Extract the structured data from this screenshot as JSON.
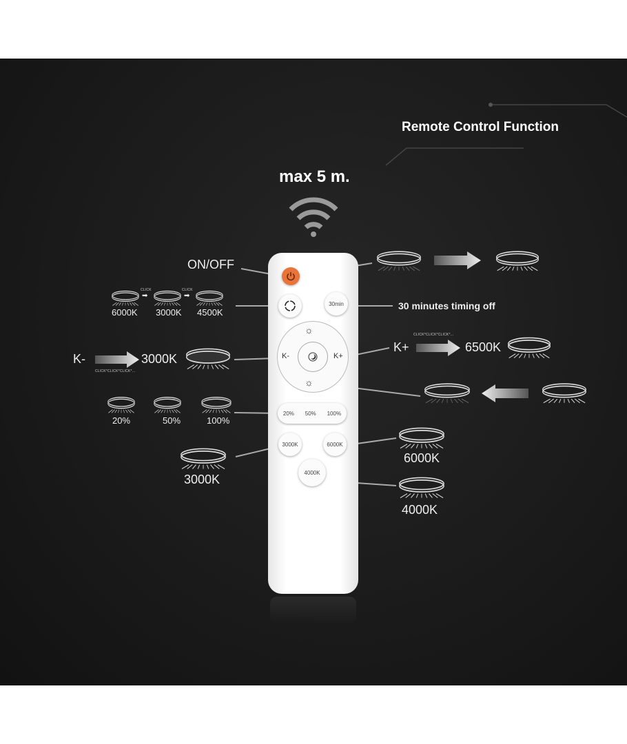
{
  "title": "Remote Control Function",
  "range": "max 5 m.",
  "labels": {
    "on_off": "ON/OFF",
    "timer": "30 minutes timing off",
    "k_minus": "K-",
    "k_plus": "K+",
    "k_minus_target": "3000K",
    "k_plus_target": "6500K",
    "click_once": "CLICK",
    "click_repeat": "CLICK*CLICK*CLICK*...",
    "cycle": [
      "6000K",
      "3000K",
      "4500K"
    ],
    "percent": [
      "20%",
      "50%",
      "100%"
    ],
    "cct_3000": "3000K",
    "cct_6000": "6000K",
    "cct_4000": "4000K"
  },
  "remote": {
    "power": "power-icon",
    "cycle": "cycle-icon",
    "timer": "30min",
    "k_minus": "K-",
    "k_plus": "K+",
    "night": "moon-icon",
    "percent": [
      "20%",
      "50%",
      "100%"
    ],
    "cct": [
      "3000K",
      "6000K",
      "4000K"
    ]
  },
  "colors": {
    "power": "#e8743a",
    "background": "#1b1b1b"
  }
}
